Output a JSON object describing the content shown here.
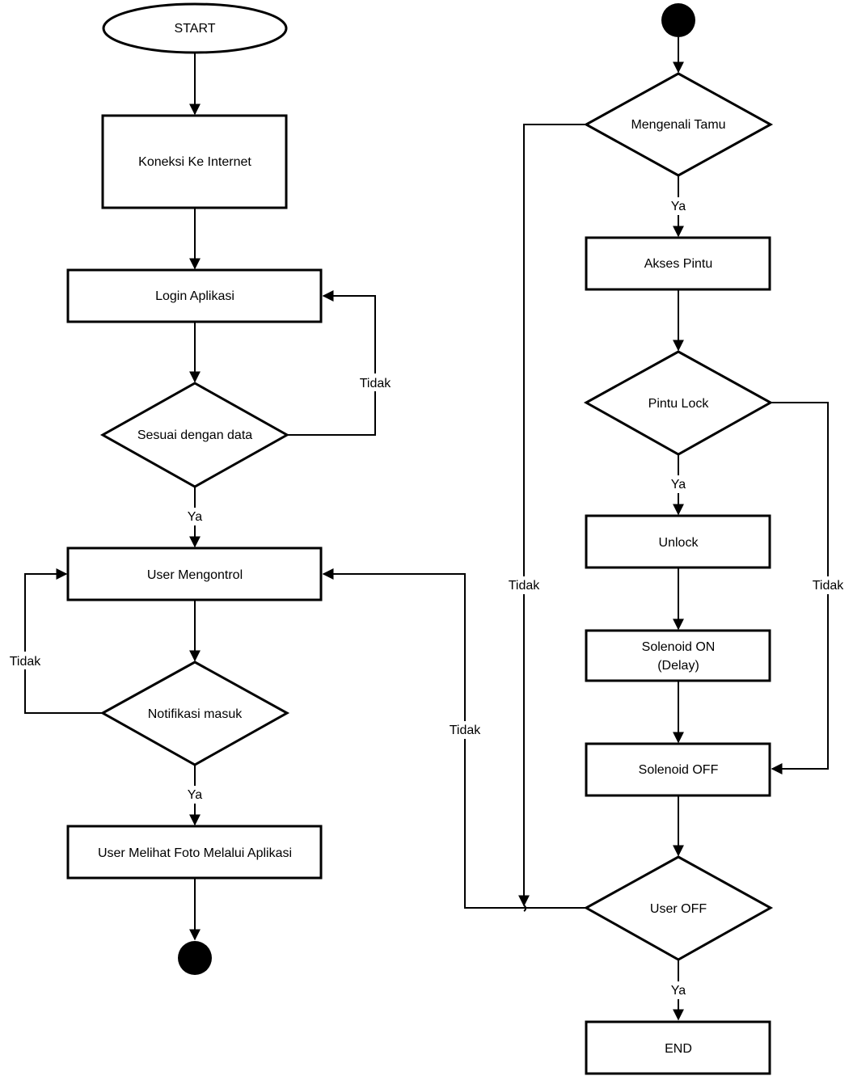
{
  "nodes": {
    "start": "START",
    "koneksi": "Koneksi Ke Internet",
    "login": "Login Aplikasi",
    "sesuai": "Sesuai dengan data",
    "user_mengontrol": "User Mengontrol",
    "notifikasi": "Notifikasi masuk",
    "user_melihat": "User Melihat Foto Melalui Aplikasi",
    "mengenali": "Mengenali Tamu",
    "akses": "Akses Pintu",
    "pintu_lock": "Pintu Lock",
    "unlock": "Unlock",
    "solenoid_on_line1": "Solenoid ON",
    "solenoid_on_line2": "(Delay)",
    "solenoid_off": "Solenoid OFF",
    "user_off": "User OFF",
    "end": "END"
  },
  "edges": {
    "sesuai_tidak": "Tidak",
    "sesuai_ya": "Ya",
    "notifikasi_tidak": "Tidak",
    "notifikasi_ya": "Ya",
    "mengenali_ya": "Ya",
    "mengenali_tidak": "Tidak",
    "pintu_lock_ya": "Ya",
    "pintu_lock_tidak": "Tidak",
    "user_off_tidak": "Tidak",
    "user_off_ya": "Ya"
  }
}
